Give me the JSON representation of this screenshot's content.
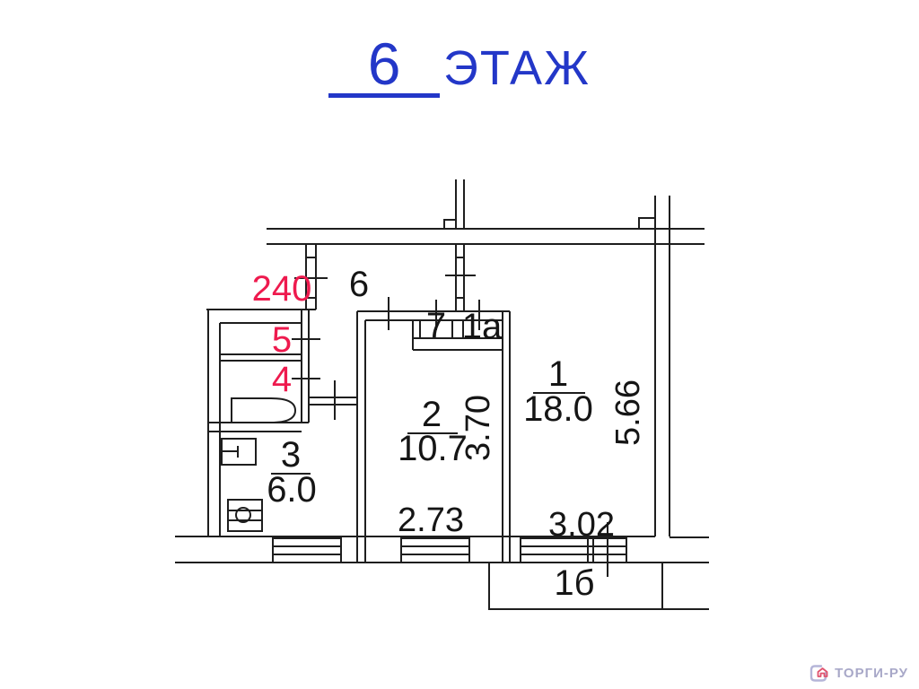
{
  "title": {
    "floor_number": "6",
    "floor_word": "ЭТАЖ"
  },
  "plan": {
    "apartment_number": "240",
    "rooms": {
      "r1": {
        "label": "1",
        "area": "18.0"
      },
      "r2": {
        "label": "2",
        "area": "10.7"
      },
      "r3": {
        "label": "3",
        "area": "6.0"
      },
      "r4": {
        "label": "4"
      },
      "r5": {
        "label": "5"
      },
      "r6": {
        "label": "6"
      },
      "r7": {
        "label": "7"
      },
      "r1a": {
        "label": "1а"
      },
      "r1b": {
        "label": "1б"
      }
    },
    "dims": {
      "room2_width": "2.73",
      "room2_depth": "3.70",
      "room1_width": "3.02",
      "room1_depth": "5.66"
    },
    "colors": {
      "line": "#1e1e1e",
      "label_red": "#ee1a4e",
      "title_blue": "#2337c8",
      "watermark_gray": "#a8a8c8",
      "watermark_red": "#e0526e"
    }
  },
  "watermark": {
    "text": "ТОРГИ-РУ"
  }
}
